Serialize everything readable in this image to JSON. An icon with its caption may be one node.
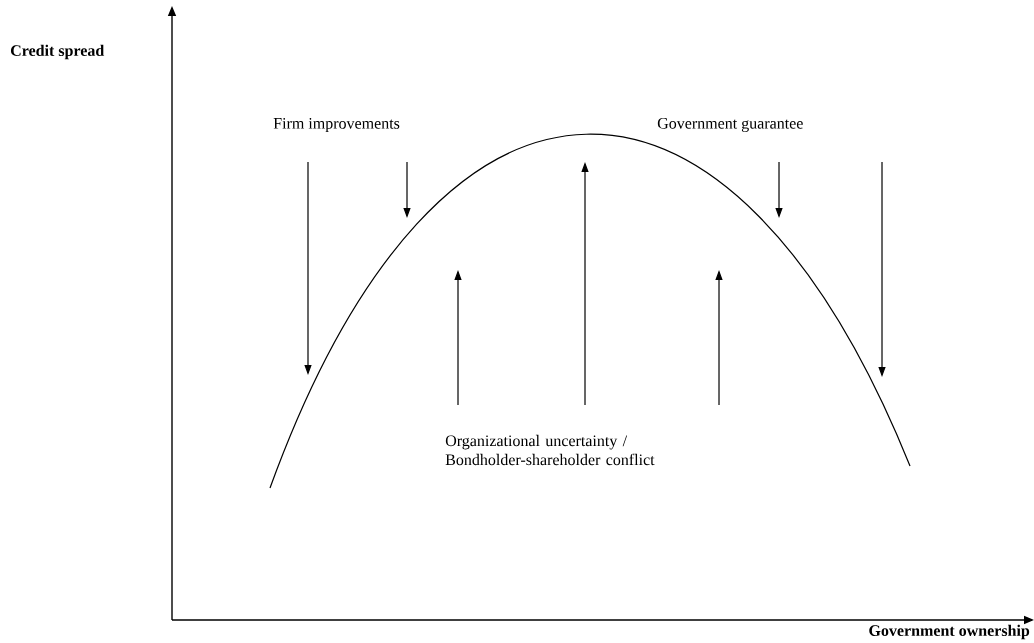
{
  "diagram": {
    "labels": [
      "Credit spread",
      "Government ownership",
      "Firm improvements",
      "Government guarantee",
      "Organizational uncertainty / Bondholder-shareholder conflict"
    ]
  }
}
